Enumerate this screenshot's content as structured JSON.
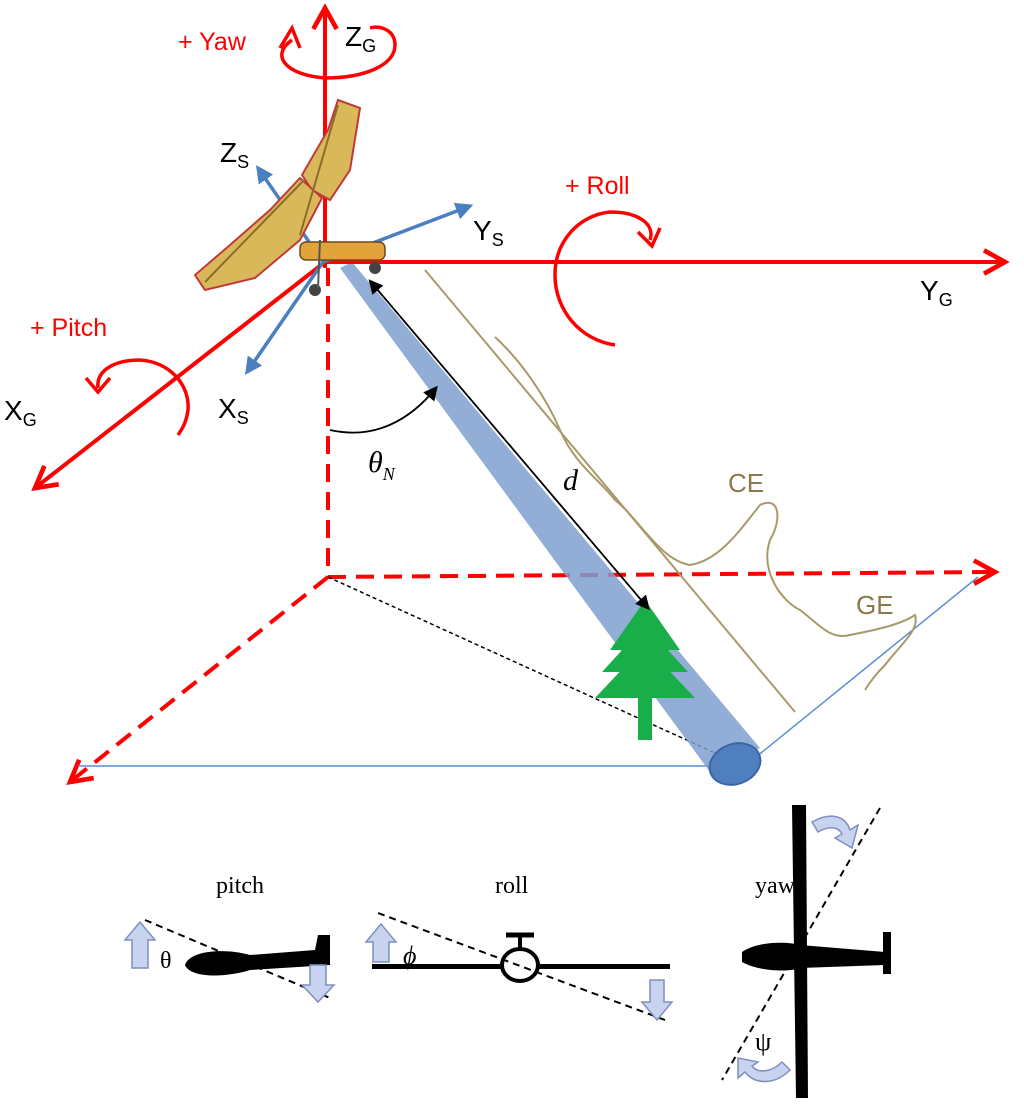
{
  "colors": {
    "ground_axes": "#ff0000",
    "sensor_axes": "#4a7fc0",
    "beam": "#7f9fcf",
    "beam_end": "#4f7fbf",
    "tree": "#1aae4a",
    "envelope": "#a89a6a",
    "envelope_label": "#8a7a4a",
    "ground_lines": "#5b8fd6",
    "arrow_glyph": "#c8d4ef"
  },
  "ground_axes": {
    "z": {
      "main": "Z",
      "sub": "G"
    },
    "y": {
      "main": "Y",
      "sub": "G"
    },
    "x": {
      "main": "X",
      "sub": "G"
    }
  },
  "sensor_axes": {
    "z": {
      "main": "Z",
      "sub": "S"
    },
    "y": {
      "main": "Y",
      "sub": "S"
    },
    "x": {
      "main": "X",
      "sub": "S"
    }
  },
  "rotations": {
    "yaw": "+ Yaw",
    "roll": "+ Roll",
    "pitch": "+ Pitch"
  },
  "measurements": {
    "angle": {
      "symbol": "θ",
      "sub": "N"
    },
    "distance": "d"
  },
  "envelopes": {
    "canopy": "CE",
    "ground": "GE"
  },
  "icons": {
    "aircraft": "trike-ultralight-icon",
    "tree": "tree-icon",
    "beam_end": "footprint-ellipse"
  },
  "attitude_panels": [
    {
      "caption": "pitch",
      "angle_symbol": "θ",
      "icon": "glider-side-view-icon"
    },
    {
      "caption": "roll",
      "angle_symbol": "ϕ",
      "icon": "glider-front-view-icon"
    },
    {
      "caption": "yaw",
      "angle_symbol": "ψ",
      "icon": "glider-top-view-icon"
    }
  ]
}
